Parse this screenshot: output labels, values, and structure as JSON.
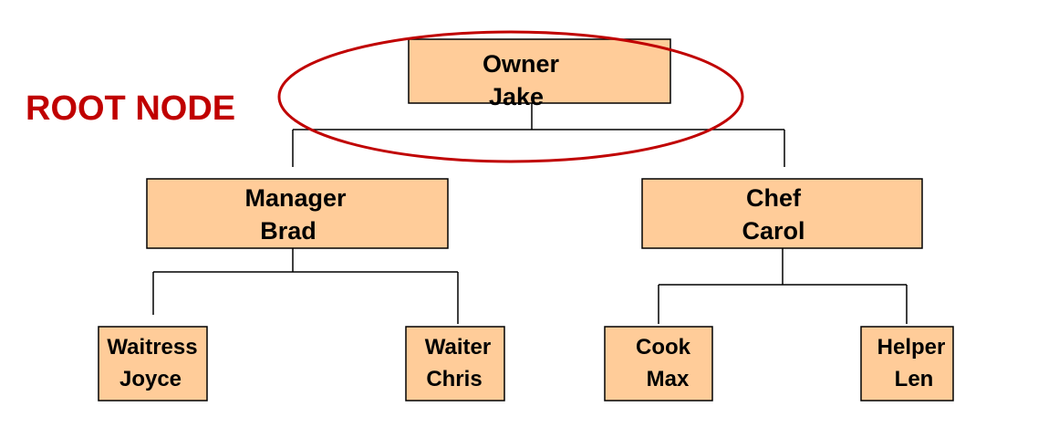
{
  "colors": {
    "node_fill": "#FFCC99",
    "node_border": "#000000",
    "annotation": "#C00000",
    "line": "#000000"
  },
  "annotation": {
    "label": "ROOT NODE"
  },
  "nodes": {
    "owner": {
      "role": "Owner",
      "name": "Jake"
    },
    "manager": {
      "role": "Manager",
      "name": "Brad"
    },
    "chef": {
      "role": "Chef",
      "name": "Carol"
    },
    "waitress": {
      "role": "Waitress",
      "name": "Joyce"
    },
    "waiter": {
      "role": "Waiter",
      "name": "Chris"
    },
    "cook": {
      "role": "Cook",
      "name": "Max"
    },
    "helper": {
      "role": "Helper",
      "name": "Len"
    }
  }
}
